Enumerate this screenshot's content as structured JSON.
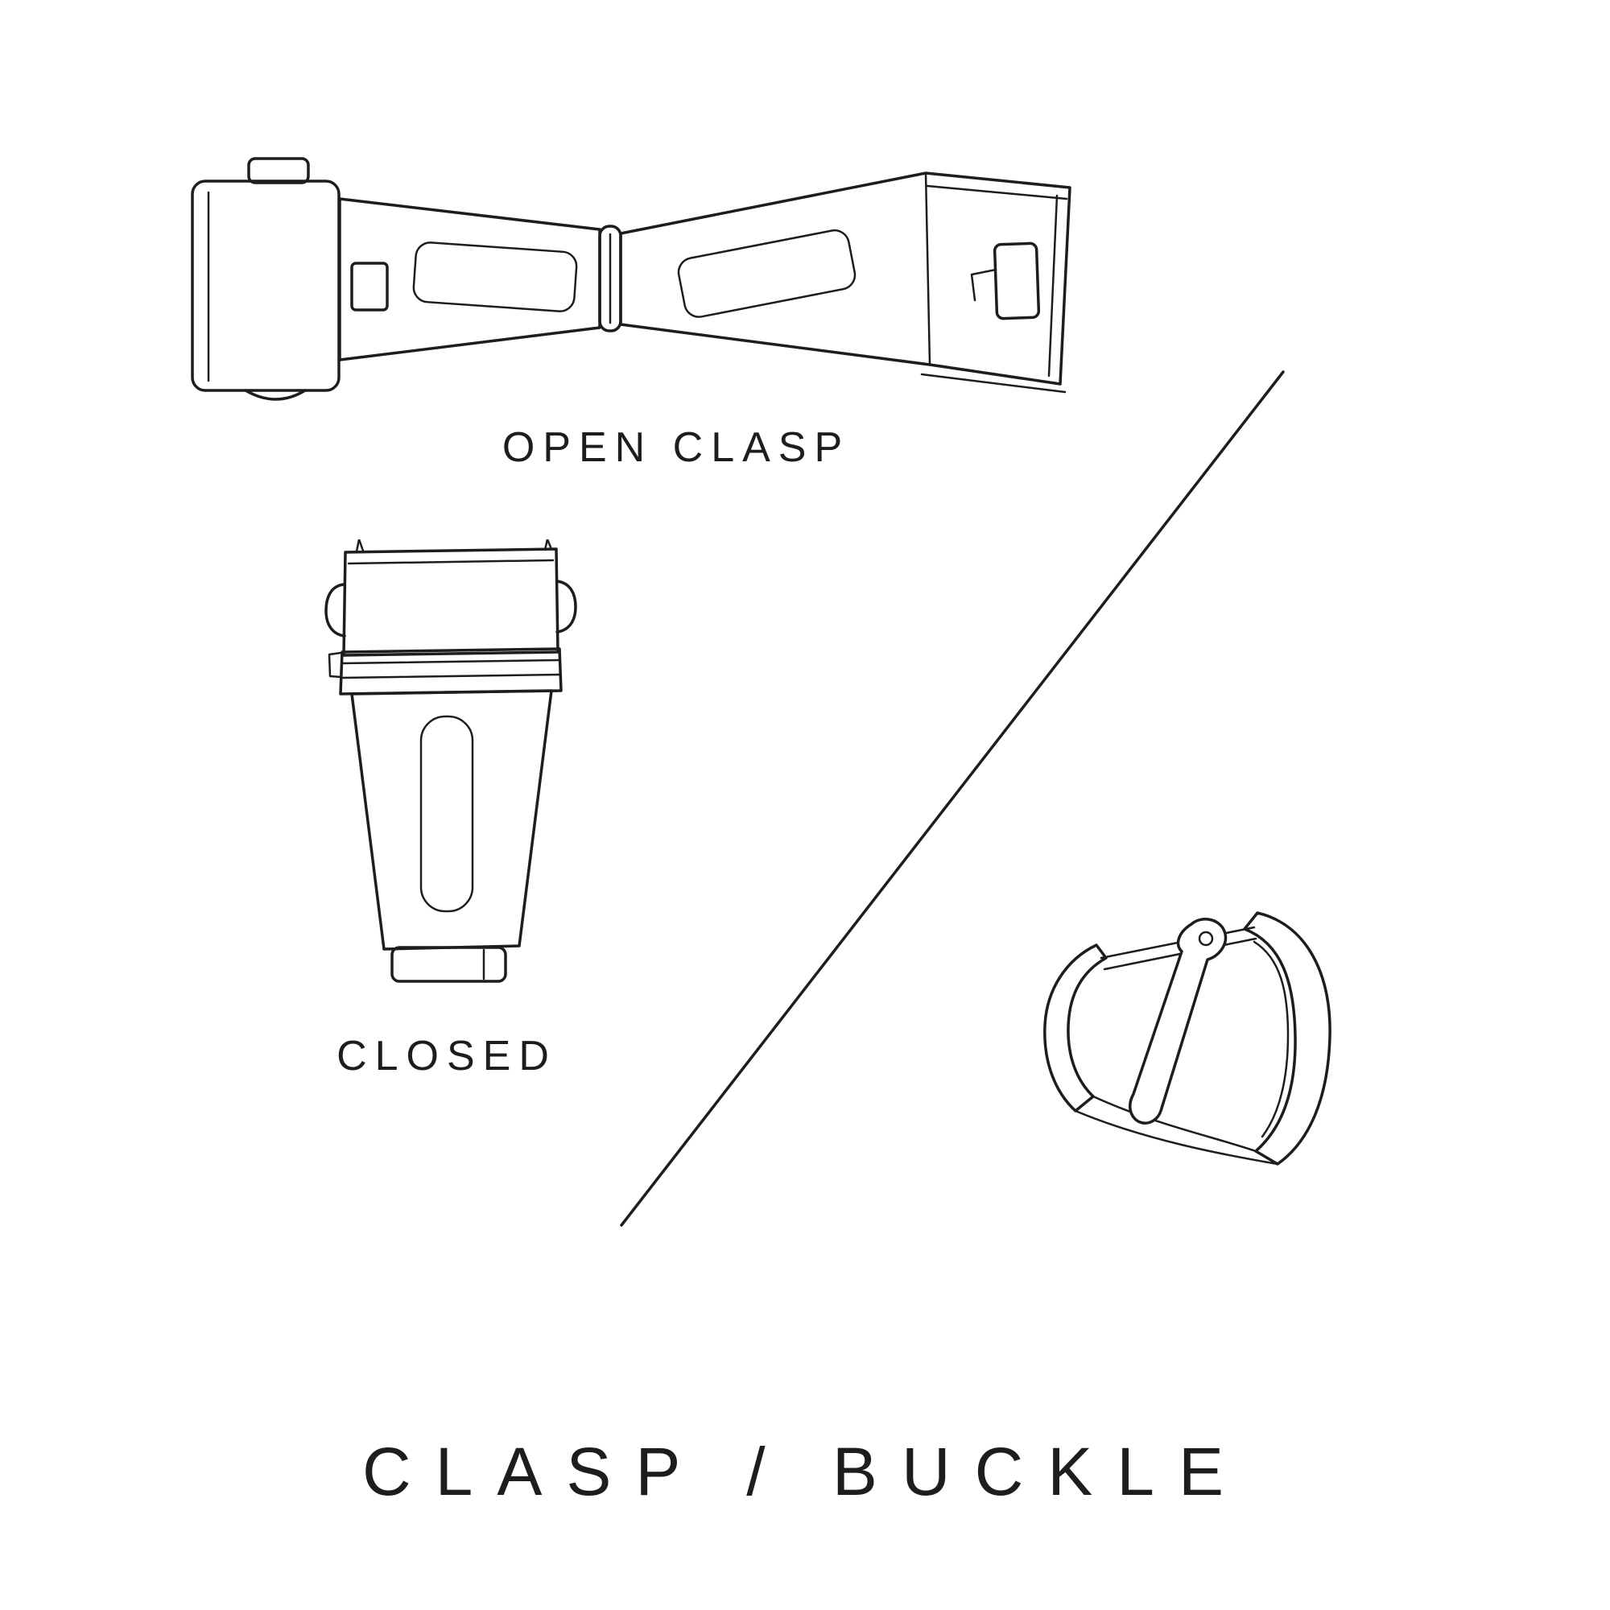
{
  "page": {
    "background_color": "#ffffff",
    "line_color": "#1d1d1d",
    "text_color": "#1d1d1d"
  },
  "diagram": {
    "title": "CLASP / BUCKLE",
    "sections": {
      "open_clasp": {
        "caption": "OPEN CLASP",
        "illustration": "deployant-clasp-open"
      },
      "closed_clasp": {
        "caption": "CLOSED",
        "illustration": "deployant-clasp-closed"
      },
      "buckle": {
        "illustration": "pin-buckle"
      }
    },
    "divider": "diagonal-line"
  }
}
